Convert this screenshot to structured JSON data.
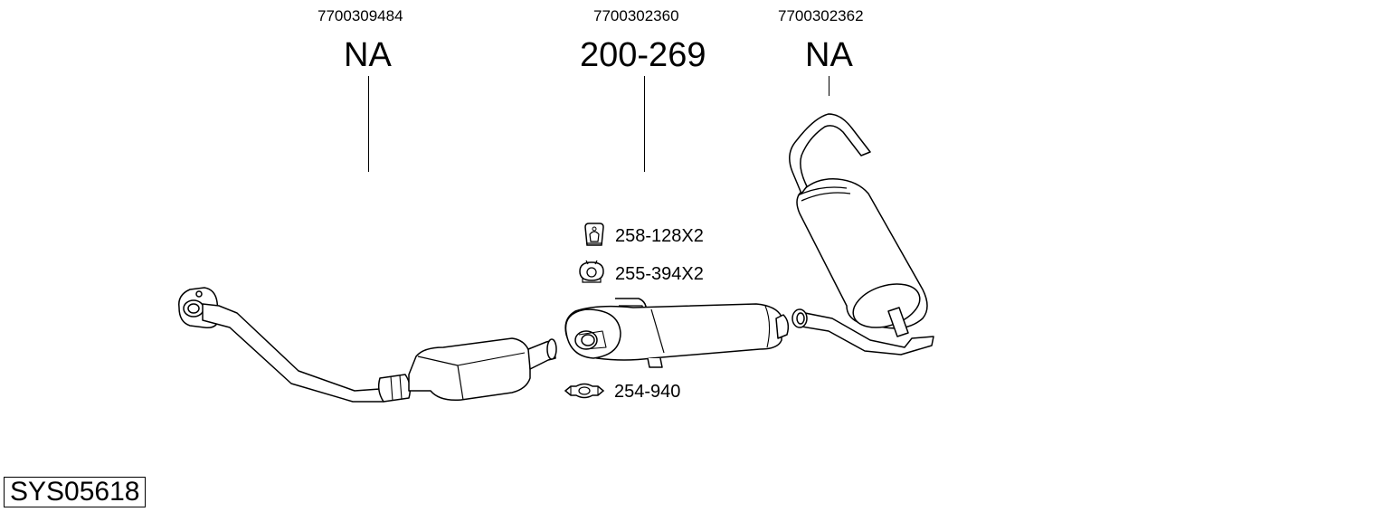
{
  "parts": [
    {
      "oe_number": "7700309484",
      "part_code": "NA"
    },
    {
      "oe_number": "7700302360",
      "part_code": "200-269"
    },
    {
      "oe_number": "7700302362",
      "part_code": "NA"
    }
  ],
  "accessories": [
    {
      "label": "258-128X2",
      "icon": "rubber-hanger-icon"
    },
    {
      "label": "255-394X2",
      "icon": "rubber-ring-mount-icon"
    },
    {
      "label": "254-940",
      "icon": "pipe-clamp-icon"
    }
  ],
  "system_code": "SYS05618",
  "colors": {
    "ink": "#000000",
    "background": "#ffffff"
  }
}
